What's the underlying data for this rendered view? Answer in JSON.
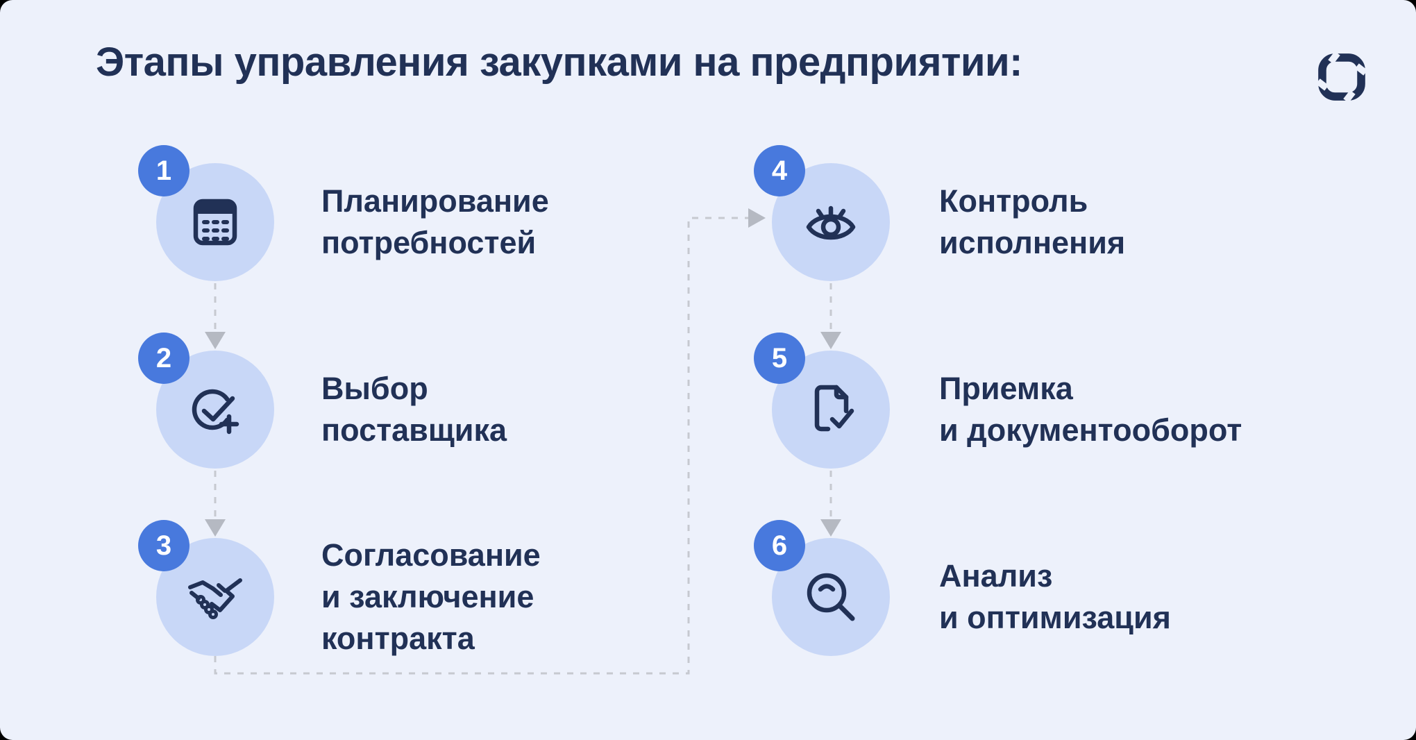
{
  "title": "Этапы управления закупками на предприятии:",
  "brand": {
    "logo_name": "sync-square-logo"
  },
  "steps": [
    {
      "number": "1",
      "icon": "calendar-planner-icon",
      "lines": [
        "Планирование",
        "потребностей"
      ]
    },
    {
      "number": "2",
      "icon": "check-circle-plus-icon",
      "lines": [
        "Выбор",
        "поставщика"
      ]
    },
    {
      "number": "3",
      "icon": "handshake-icon",
      "lines": [
        "Согласование",
        "и заключение",
        "контракта"
      ]
    },
    {
      "number": "4",
      "icon": "eye-icon",
      "lines": [
        "Контроль",
        "исполнения"
      ]
    },
    {
      "number": "5",
      "icon": "document-check-icon",
      "lines": [
        "Приемка",
        "и документооборот"
      ]
    },
    {
      "number": "6",
      "icon": "magnifier-icon",
      "lines": [
        "Анализ",
        "и оптимизация"
      ]
    }
  ],
  "flow": {
    "style": "dashed-gray-arrows",
    "connections": [
      "1→2",
      "2→3",
      "3→4",
      "4→5",
      "5→6"
    ]
  },
  "colors": {
    "bg": "#edf1fb",
    "ink": "#213156",
    "bubble": "#c8d7f7",
    "badge": "#4879dd",
    "badge-text": "#ffffff",
    "line": "#c6c9d0",
    "arrow": "#b5b9c2"
  }
}
